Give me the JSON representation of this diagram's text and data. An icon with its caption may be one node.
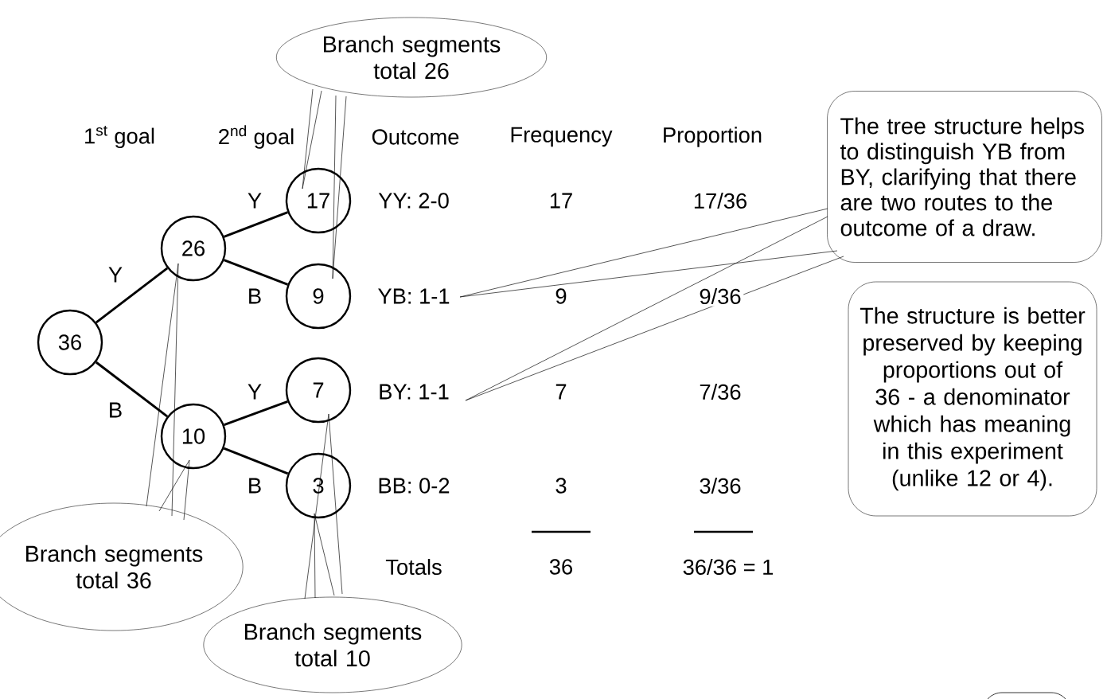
{
  "diagram": {
    "nodes": [
      {
        "text": [
          "Branch segments total 26"
        ]
      },
      {
        "text": [
          "36"
        ]
      },
      {
        "text": [
          "26"
        ]
      },
      {
        "text": [
          "17"
        ]
      },
      {
        "text": [
          "9"
        ]
      },
      {
        "text": [
          "10"
        ]
      },
      {
        "text": [
          "7"
        ]
      },
      {
        "text": [
          "3"
        ]
      },
      {
        "text": [
          "YB: 1-1"
        ]
      },
      {
        "text": [
          "BY: 1-1"
        ]
      },
      {
        "text": [
          "The tree structure helps to distinguish YB from BY, clarifying that there are two routes to the outcome of a draw."
        ]
      },
      {
        "text": [
          "The structure is better preserved by keeping proportions out of 36 - a denominator which has meaning in this experiment (unlike 12 or 4)."
        ]
      },
      {
        "text": [
          "Branch segments total 36"
        ]
      },
      {
        "text": [
          "Branch segments total 10"
        ]
      },
      {
        "text": [],
        "shape": "box"
      }
    ],
    "edges": [
      {
        "from": 1,
        "to": 2,
        "arrow": "none",
        "label": "Y",
        "style": "thick"
      },
      {
        "from": 1,
        "to": 5,
        "arrow": "none",
        "label": "B",
        "style": "thick"
      },
      {
        "from": 2,
        "to": 3,
        "arrow": "none",
        "label": "Y",
        "style": "thick"
      },
      {
        "from": 2,
        "to": 4,
        "arrow": "none",
        "label": "B",
        "style": "thick"
      },
      {
        "from": 5,
        "to": 6,
        "arrow": "none",
        "label": "Y",
        "style": "thick"
      },
      {
        "from": 5,
        "to": 7,
        "arrow": "none",
        "label": "B",
        "style": "thick"
      },
      {
        "from": 0,
        "to": 3,
        "arrow": "none"
      },
      {
        "from": 0,
        "to": 4,
        "arrow": "none"
      },
      {
        "from": 12,
        "to": 2,
        "arrow": "none"
      },
      {
        "from": 12,
        "to": 5,
        "arrow": "none"
      },
      {
        "from": 13,
        "to": 6,
        "arrow": "none"
      },
      {
        "from": 13,
        "to": 7,
        "arrow": "none"
      },
      {
        "from": 10,
        "to": 8,
        "arrow": "none"
      },
      {
        "from": 10,
        "to": 9,
        "arrow": "none"
      }
    ],
    "labels": [
      "1$^{st}$ goal",
      "2$^{nd}$ goal",
      "Outcome",
      "Frequency",
      "Proportion",
      "YY: 2-0",
      "17",
      "17/36",
      "9",
      "9/36",
      "7",
      "7/36",
      "BB: 0-2",
      "3",
      "3/36",
      "Totals",
      "36",
      "36/36 = 1"
    ]
  }
}
